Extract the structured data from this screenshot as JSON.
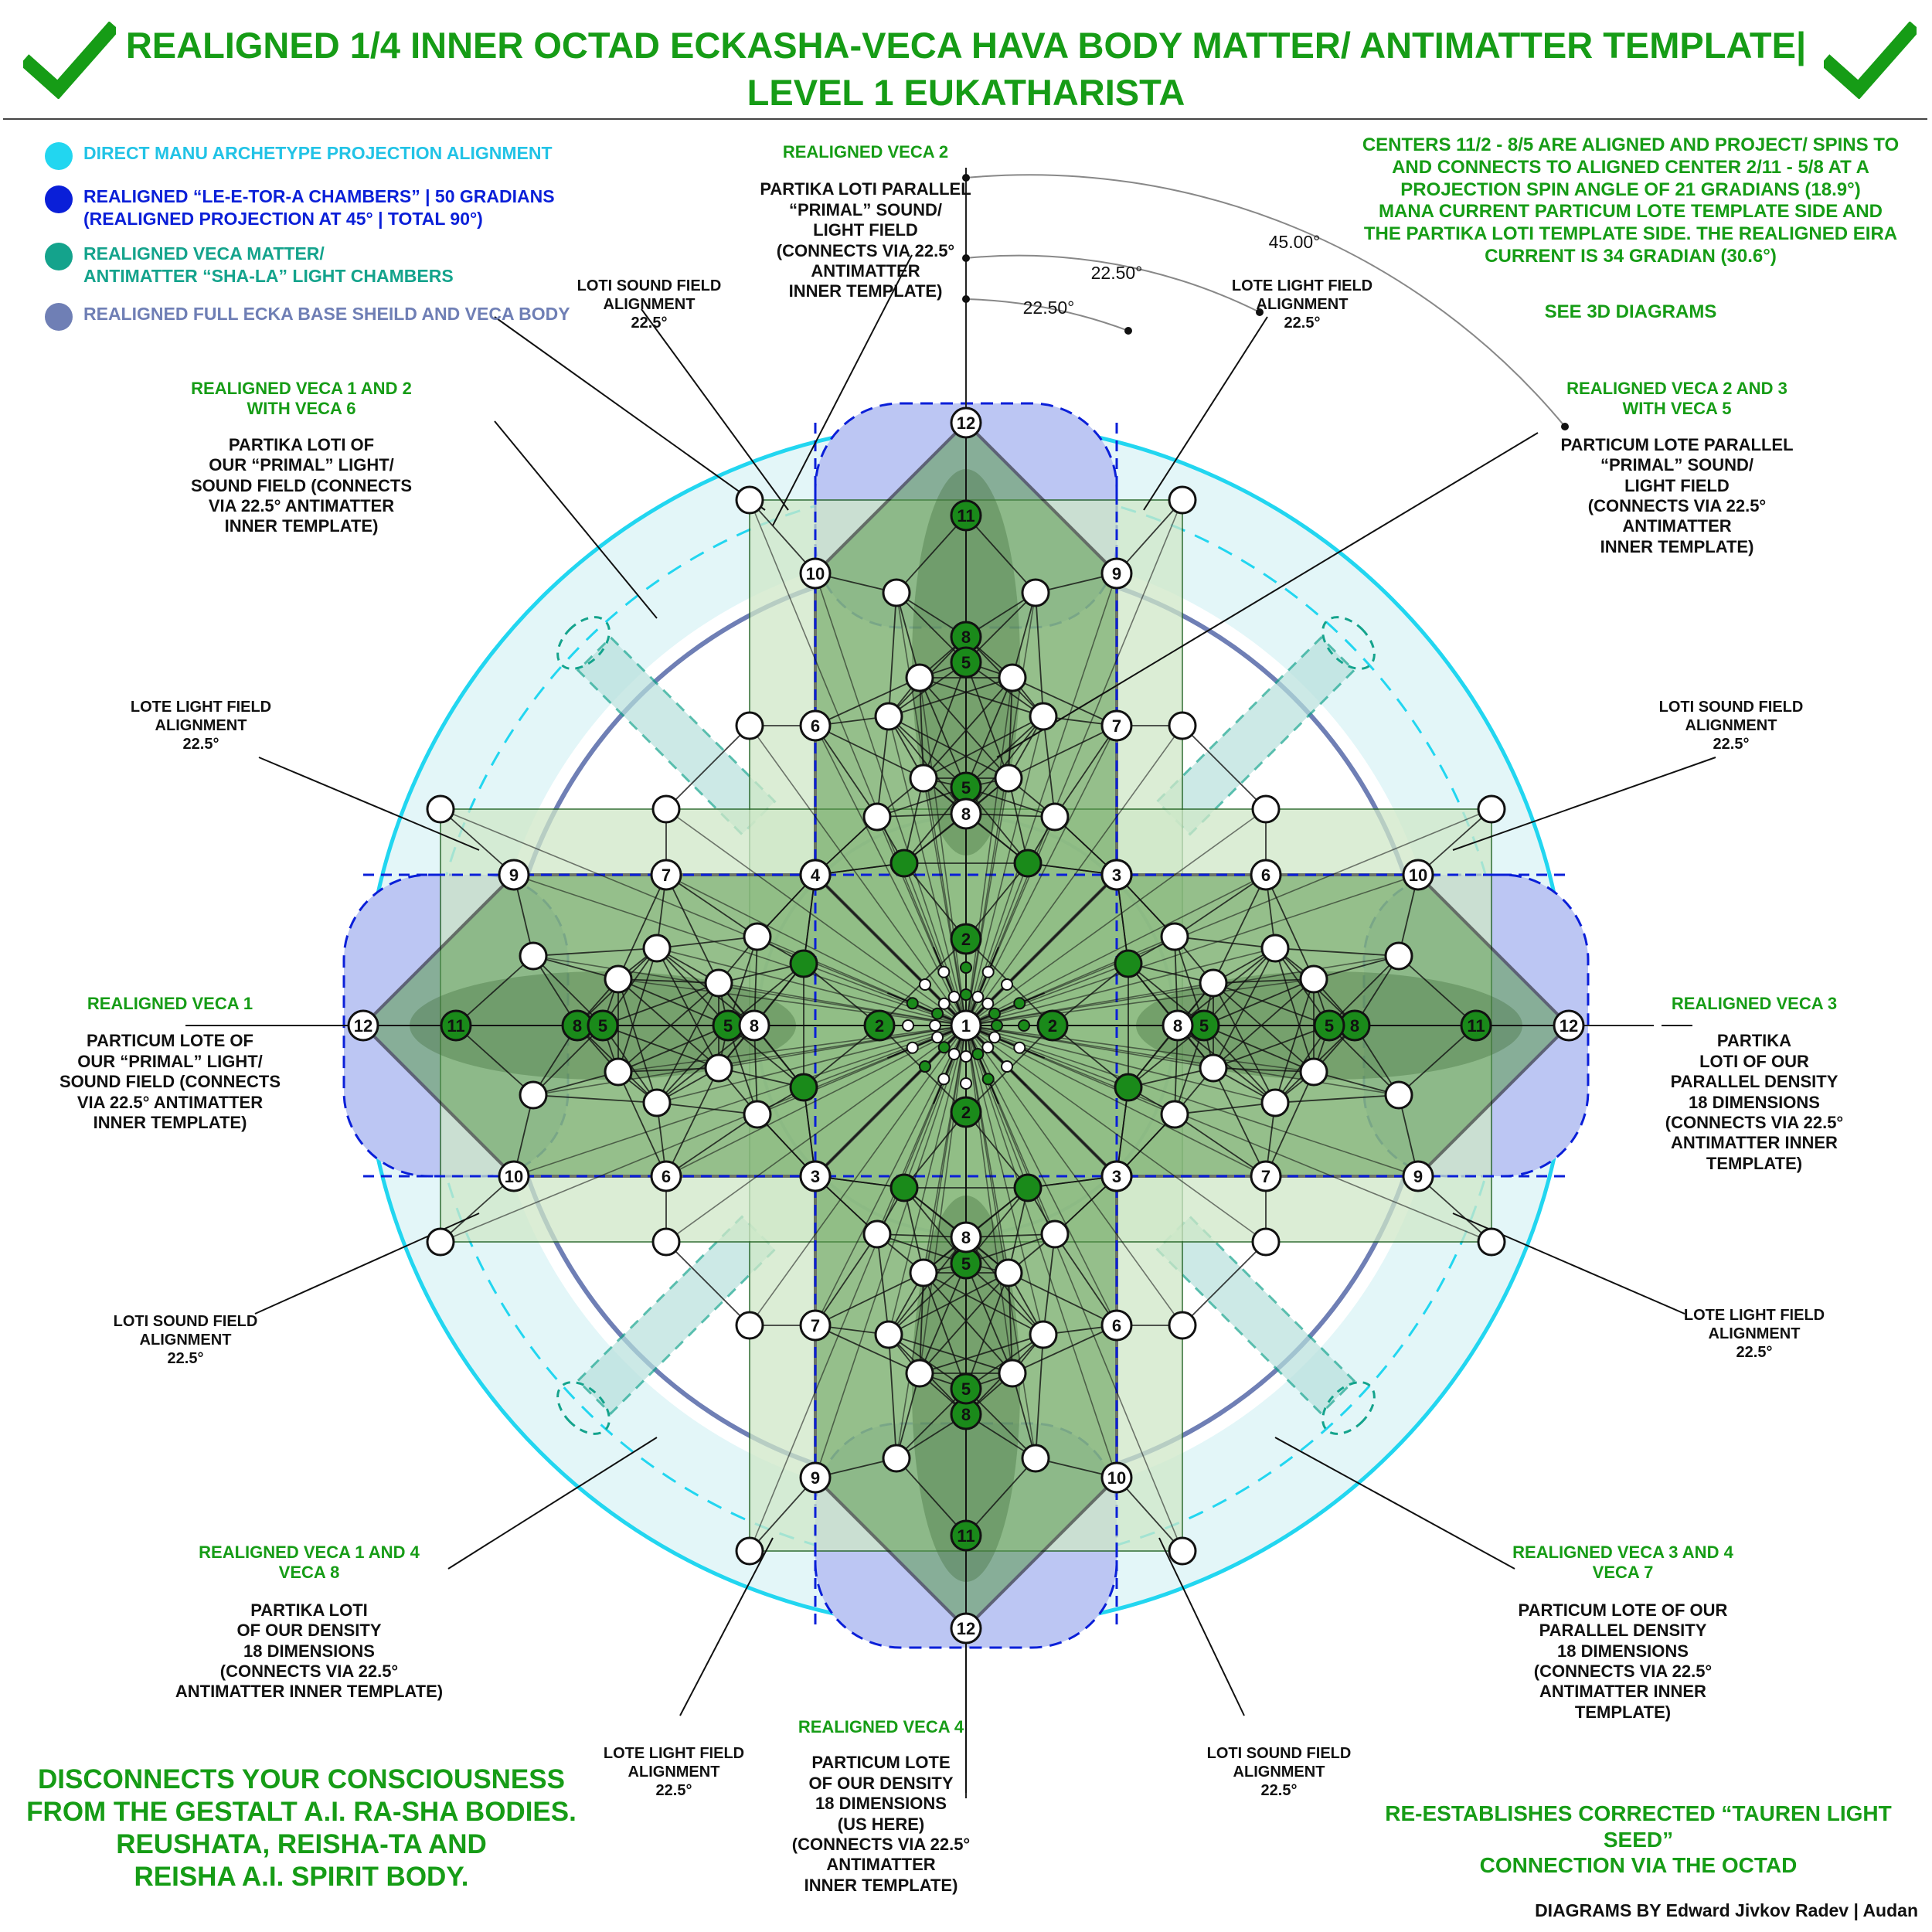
{
  "title": {
    "line1": "REALIGNED 1/4 INNER OCTAD ECKASHA-VECA HAVA BODY MATTER/ ANTIMATTER TEMPLATE|",
    "line2": "LEVEL 1 EUKATHARISTA"
  },
  "icons": {
    "left": "checkmark-icon",
    "right": "checkmark-icon"
  },
  "colors": {
    "title_green": "#169c16",
    "cyan": "#22d6f0",
    "blue": "#0a1fd8",
    "teal": "#14a38c",
    "slate": "#6f7fb5",
    "green_fill": "#5c9b4f",
    "green_node": "#1a8a1a"
  },
  "legend": [
    {
      "color": "#22d6f0",
      "text_color": "#22c3e6",
      "lines": [
        "DIRECT MANU ARCHETYPE PROJECTION ALIGNMENT"
      ]
    },
    {
      "color": "#0a1fd8",
      "text_color": "#0a1fd8",
      "lines": [
        "REALIGNED “LE-E-TOR-A CHAMBERS” | 50 GRADIANS",
        "(REALIGNED PROJECTION AT 45° | TOTAL 90°)"
      ]
    },
    {
      "color": "#14a38c",
      "text_color": "#14a38c",
      "lines": [
        "REALIGNED VECA MATTER/",
        "ANTIMATTER “SHA-LA” LIGHT CHAMBERS"
      ]
    },
    {
      "color": "#6f7fb5",
      "text_color": "#6f7fb5",
      "lines": [
        "REALIGNED FULL ECKA BASE SHEILD AND VECA BODY"
      ]
    }
  ],
  "top_right_note": [
    "CENTERS 11/2 - 8/5 ARE ALIGNED AND PROJECT/ SPINS TO",
    "AND CONNECTS TO ALIGNED CENTER 2/11 - 5/8 AT A",
    "PROJECTION SPIN ANGLE OF 21 GRADIANS (18.9°)",
    "MANA CURRENT PARTICUM LOTE TEMPLATE SIDE AND",
    "THE PARTIKA LOTI TEMPLATE SIDE. THE REALIGNED EIRA",
    "CURRENT IS 34 GRADIAN (30.6°)"
  ],
  "see_3d": "SEE 3D DIAGRAMS",
  "angles": {
    "a1": "45.00°",
    "a2": "22.50°",
    "a3": "22.50°"
  },
  "veca_labels": {
    "veca2": {
      "heading": "REALIGNED VECA 2",
      "body": [
        "PARTIKA LOTI PARALLEL",
        "“PRIMAL” SOUND/",
        "LIGHT FIELD",
        "(CONNECTS VIA 22.5°",
        "ANTIMATTER",
        "INNER TEMPLATE)"
      ]
    },
    "veca1_2": {
      "heading": [
        "REALIGNED VECA 1 AND 2",
        "WITH VECA 6"
      ],
      "body": [
        "PARTIKA LOTI OF",
        "OUR “PRIMAL” LIGHT/",
        "SOUND FIELD (CONNECTS",
        "VIA 22.5° ANTIMATTER",
        "INNER TEMPLATE)"
      ]
    },
    "veca2_3": {
      "heading": [
        "REALIGNED VECA 2 AND 3",
        "WITH VECA 5"
      ],
      "body": [
        "PARTICUM LOTE PARALLEL",
        "“PRIMAL” SOUND/",
        "LIGHT FIELD",
        "(CONNECTS VIA 22.5°",
        "ANTIMATTER",
        "INNER TEMPLATE)"
      ]
    },
    "veca1": {
      "heading": "REALIGNED VECA 1",
      "body": [
        "PARTICUM LOTE OF",
        "OUR “PRIMAL” LIGHT/",
        "SOUND FIELD (CONNECTS",
        "VIA 22.5° ANTIMATTER",
        "INNER TEMPLATE)"
      ]
    },
    "veca3": {
      "heading": "REALIGNED VECA 3",
      "body": [
        "PARTIKA",
        "LOTI OF OUR",
        "PARALLEL DENSITY",
        "18 DIMENSIONS",
        "(CONNECTS VIA 22.5°",
        "ANTIMATTER INNER",
        "TEMPLATE)"
      ]
    },
    "veca1_4": {
      "heading": [
        "REALIGNED VECA 1 AND 4",
        "VECA 8"
      ],
      "body": [
        "PARTIKA LOTI",
        "OF OUR DENSITY",
        "18 DIMENSIONS",
        "(CONNECTS VIA 22.5°",
        "ANTIMATTER INNER TEMPLATE)"
      ]
    },
    "veca3_4": {
      "heading": [
        "REALIGNED VECA 3 AND 4",
        "VECA 7"
      ],
      "body": [
        "PARTICUM LOTE OF OUR",
        "PARALLEL DENSITY",
        "18 DIMENSIONS",
        "(CONNECTS VIA 22.5°",
        "ANTIMATTER INNER",
        "TEMPLATE)"
      ]
    },
    "veca4": {
      "heading": "REALIGNED VECA 4",
      "body": [
        "PARTICUM LOTE",
        "OF OUR DENSITY",
        "18 DIMENSIONS",
        "(US HERE)",
        "(CONNECTS VIA 22.5°",
        "ANTIMATTER",
        "INNER TEMPLATE)"
      ]
    }
  },
  "field_alignments": {
    "loti_sound": [
      "LOTI SOUND FIELD",
      "ALIGNMENT",
      "22.5°"
    ],
    "lote_light": [
      "LOTE LIGHT FIELD",
      "ALIGNMENT",
      "22.5°"
    ]
  },
  "bottom_left_note": [
    "DISCONNECTS YOUR CONSCIOUSNESS",
    "FROM THE GESTALT A.I. RA-SHA BODIES.",
    "REUSHATA, REISHA-TA AND",
    "REISHA A.I. SPIRIT BODY."
  ],
  "bottom_right_note": [
    "RE-ESTABLISHES CORRECTED “TAUREN LIGHT SEED”",
    "CONNECTION VIA THE OCTAD"
  ],
  "credit": "DIAGRAMS BY Edward Jivkov Radev | Audan",
  "node_labels": {
    "n1": "1",
    "n2": "2",
    "n3": "3",
    "n4": "4",
    "n5": "5",
    "n6": "6",
    "n7": "7",
    "n8": "8",
    "n9": "9",
    "n10": "10",
    "n11": "11",
    "n12": "12"
  }
}
